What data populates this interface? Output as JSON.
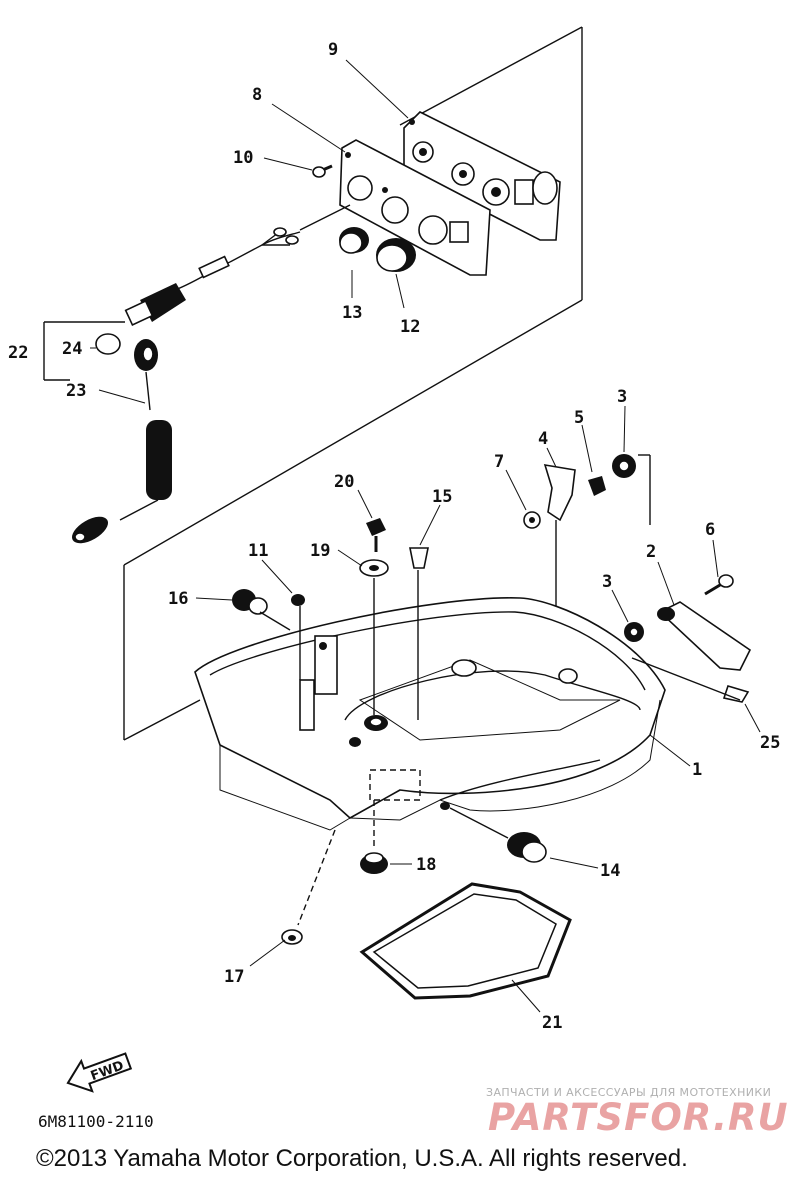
{
  "diagram": {
    "callouts": [
      "1",
      "2",
      "3",
      "3",
      "4",
      "5",
      "6",
      "7",
      "8",
      "9",
      "10",
      "11",
      "12",
      "13",
      "14",
      "15",
      "16",
      "17",
      "18",
      "19",
      "20",
      "21",
      "22",
      "23",
      "24",
      "25"
    ],
    "fwd_label": "FWD",
    "part_code": "6M81100-2110",
    "copyright": "©2013 Yamaha Motor Corporation, U.S.A. All rights reserved."
  },
  "watermark": {
    "tagline": "ЗАПЧАСТИ И АКСЕССУАРЫ ДЛЯ МОТОТЕХНИКИ",
    "brand": "PARTSFOR.RU"
  }
}
